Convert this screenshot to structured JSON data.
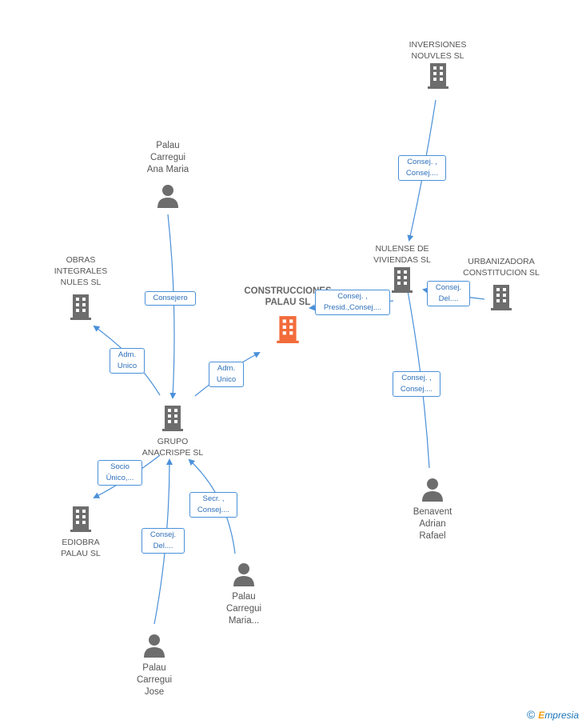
{
  "nodes": {
    "inversiones": {
      "label": "INVERSIONES\nNOUVLES  SL"
    },
    "nulense": {
      "label": "NULENSE DE\nVIVIENDAS SL"
    },
    "urbanizadora": {
      "label": "URBANIZADORA\nCONSTITUCION SL"
    },
    "construcciones": {
      "label": "CONSTRUCCIONES\nPALAU SL"
    },
    "obras": {
      "label": "OBRAS\nINTEGRALES\nNULES SL"
    },
    "grupo": {
      "label": "GRUPO\nANACRISPE SL"
    },
    "ediobra": {
      "label": "EDIOBRA\nPALAU SL"
    },
    "palau_ana": {
      "label": "Palau\nCarregui\nAna Maria"
    },
    "palau_maria": {
      "label": "Palau\nCarregui\nMaria..."
    },
    "palau_jose": {
      "label": "Palau\nCarregui\nJose"
    },
    "benavent": {
      "label": "Benavent\nAdrian\nRafael"
    }
  },
  "edge_labels": {
    "inv_nul": "Consej. ,\nConsej....",
    "nul_cons": "Consej. ,\nPresid.,Consej....",
    "urb_nul": "Consej.\nDel....",
    "ben_nul": "Consej. ,\nConsej....",
    "ana_grupo": "Consejero",
    "grupo_obras": "Adm.\nUnico",
    "grupo_cons": "Adm.\nUnico",
    "grupo_ediobra": "Socio\nÚnico,...",
    "maria_grupo": "Secr. ,\nConsej....",
    "jose_grupo": "Consej.\nDel...."
  },
  "colors": {
    "edge": "#4a90d9",
    "company": "#6d6d6d",
    "focus": "#f26b3a",
    "person": "#6d6d6d"
  },
  "footer": {
    "copyright": "©",
    "brand_first": "E",
    "brand_rest": "mpresia"
  }
}
